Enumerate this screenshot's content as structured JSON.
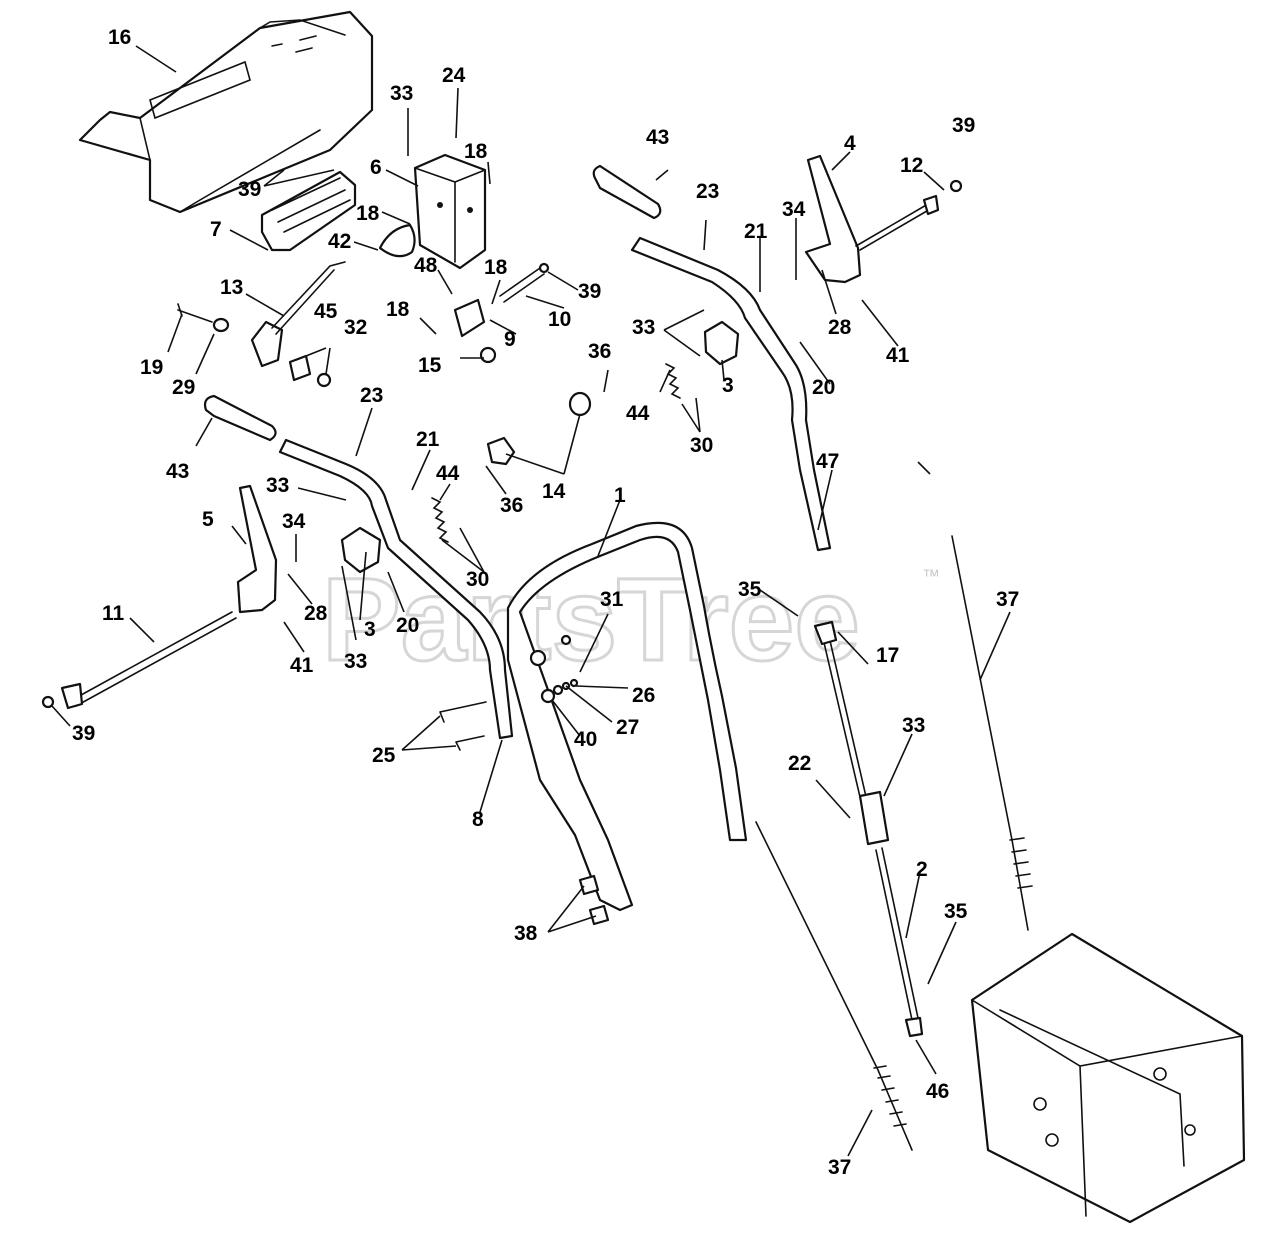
{
  "watermark": {
    "text": "PartsTree",
    "trademark": "™"
  },
  "callouts": {
    "c1": "1",
    "c2": "2",
    "c3a": "3",
    "c3b": "3",
    "c4": "4",
    "c5": "5",
    "c6": "6",
    "c7": "7",
    "c8": "8",
    "c9": "9",
    "c10": "10",
    "c11": "11",
    "c12": "12",
    "c13": "13",
    "c14": "14",
    "c15": "15",
    "c16": "16",
    "c17": "17",
    "c18a": "18",
    "c18b": "18",
    "c18c": "18",
    "c18d": "18",
    "c19": "19",
    "c20a": "20",
    "c20b": "20",
    "c21a": "21",
    "c21b": "21",
    "c22": "22",
    "c23a": "23",
    "c23b": "23",
    "c24": "24",
    "c25": "25",
    "c26": "26",
    "c27": "27",
    "c28a": "28",
    "c28b": "28",
    "c29": "29",
    "c30a": "30",
    "c30b": "30",
    "c31": "31",
    "c32": "32",
    "c33a": "33",
    "c33b": "33",
    "c33c": "33",
    "c33d": "33",
    "c33e": "33",
    "c34a": "34",
    "c34b": "34",
    "c35a": "35",
    "c35b": "35",
    "c36a": "36",
    "c36b": "36",
    "c37a": "37",
    "c37b": "37",
    "c38": "38",
    "c39a": "39",
    "c39b": "39",
    "c39c": "39",
    "c39d": "39",
    "c40": "40",
    "c41a": "41",
    "c41b": "41",
    "c42": "42",
    "c43a": "43",
    "c43b": "43",
    "c44a": "44",
    "c44b": "44",
    "c45": "45",
    "c46": "46",
    "c47": "47",
    "c48": "48"
  },
  "colors": {
    "ink": "#111111",
    "watermark": "#d6d6d6",
    "background": "#ffffff"
  }
}
